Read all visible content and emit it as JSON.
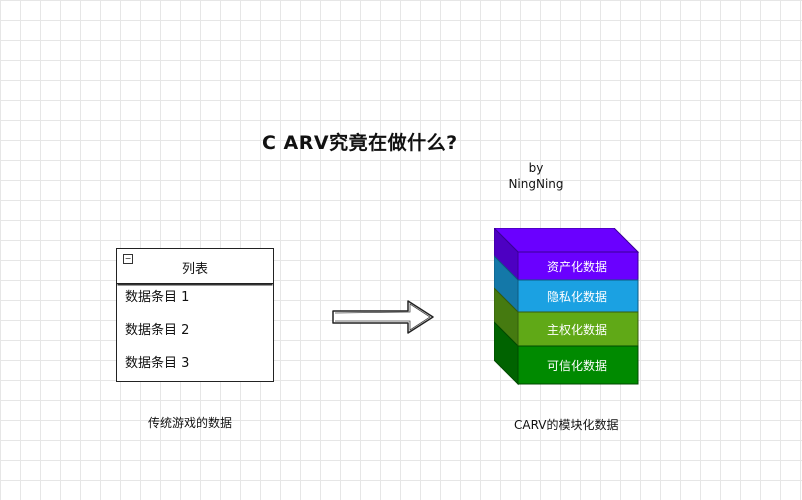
{
  "title": "C ARV究竟在做什么?",
  "byline": {
    "line1": "by",
    "line2": "NingNing"
  },
  "list": {
    "collapse_glyph": "−",
    "title": "列表",
    "items": [
      "数据条目 1",
      "数据条目 2",
      "数据条目 3"
    ],
    "caption": "传统游戏的数据"
  },
  "stack": {
    "layers": [
      {
        "label": "资产化数据",
        "color": "#6a00ff",
        "side": "#4d00c2"
      },
      {
        "label": "隐私化数据",
        "color": "#1ba1e2",
        "side": "#1478a8"
      },
      {
        "label": "主权化数据",
        "color": "#60a917",
        "side": "#457a10"
      },
      {
        "label": "可信化数据",
        "color": "#008a00",
        "side": "#006300"
      }
    ],
    "caption": "CARV的模块化数据"
  }
}
